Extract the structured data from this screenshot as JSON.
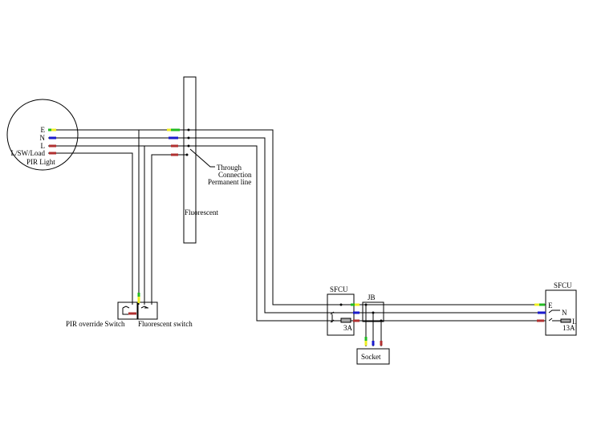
{
  "pir_light": {
    "label": "PIR Light",
    "terminals": [
      "E",
      "N",
      "L",
      "L/SW/Load"
    ]
  },
  "fluorescent": {
    "label": "Fluorescent"
  },
  "through_connection": {
    "line1": "Through",
    "line2": "Connection",
    "line3": "Permanent line"
  },
  "switches": {
    "pir_override": "PIR override Switch",
    "fluorescent": "Fluorescent switch"
  },
  "sfcu_left": {
    "label": "SFCU",
    "fuse": "3A"
  },
  "jb": {
    "label": "JB"
  },
  "socket": {
    "label": "Socket"
  },
  "sfcu_right": {
    "label": "SFCU",
    "fuse": "13A",
    "terminals": [
      "E",
      "N",
      "L"
    ]
  },
  "colors": {
    "earth_green": "#22bb22",
    "earth_yellow": "#eeee22",
    "neutral": "#1a1acc",
    "live": "#b03030",
    "wire": "#000000"
  }
}
